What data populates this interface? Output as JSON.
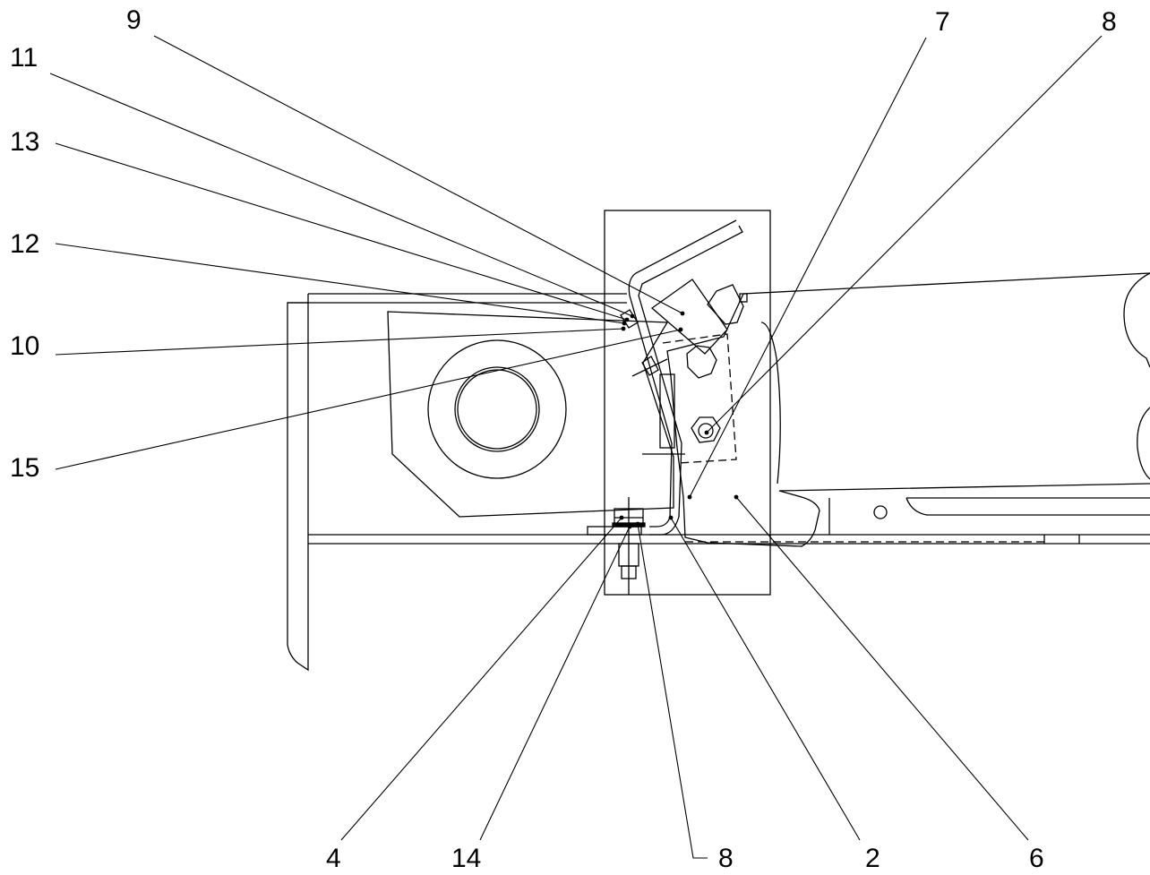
{
  "callouts": [
    {
      "id": "c9",
      "label": "9"
    },
    {
      "id": "c11",
      "label": "11"
    },
    {
      "id": "c13",
      "label": "13"
    },
    {
      "id": "c12",
      "label": "12"
    },
    {
      "id": "c10",
      "label": "10"
    },
    {
      "id": "c15",
      "label": "15"
    },
    {
      "id": "c7",
      "label": "7"
    },
    {
      "id": "c8t",
      "label": "8"
    },
    {
      "id": "c4",
      "label": "4"
    },
    {
      "id": "c14",
      "label": "14"
    },
    {
      "id": "c8b",
      "label": "8"
    },
    {
      "id": "c2",
      "label": "2"
    },
    {
      "id": "c6",
      "label": "6"
    }
  ],
  "colors": {
    "ink": "#000000",
    "paper": "#ffffff"
  }
}
